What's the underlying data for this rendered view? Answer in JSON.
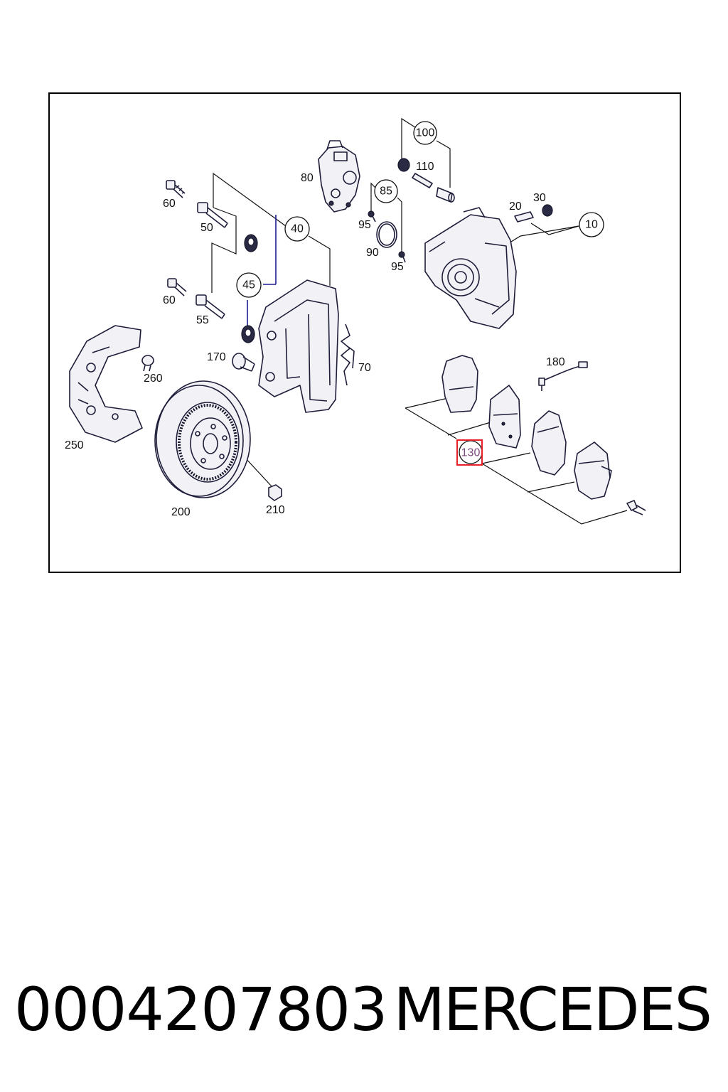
{
  "diagram": {
    "callouts": {
      "p100": "100",
      "p85": "85",
      "p40": "40",
      "p45": "45",
      "p10": "10",
      "p130": "130"
    },
    "labels": {
      "p110": "110",
      "p80": "80",
      "p60a": "60",
      "p50": "50",
      "p95a": "95",
      "p90": "90",
      "p95b": "95",
      "p20": "20",
      "p30": "30",
      "p60b": "60",
      "p55": "55",
      "p170": "170",
      "p260": "260",
      "p70": "70",
      "p180": "180",
      "p250": "250",
      "p200": "200",
      "p210": "210"
    },
    "highlighted_part": "130",
    "highlight_color": "#e8202a"
  },
  "footer": {
    "part_number": "0004207803",
    "brand": "MERCEDES"
  }
}
